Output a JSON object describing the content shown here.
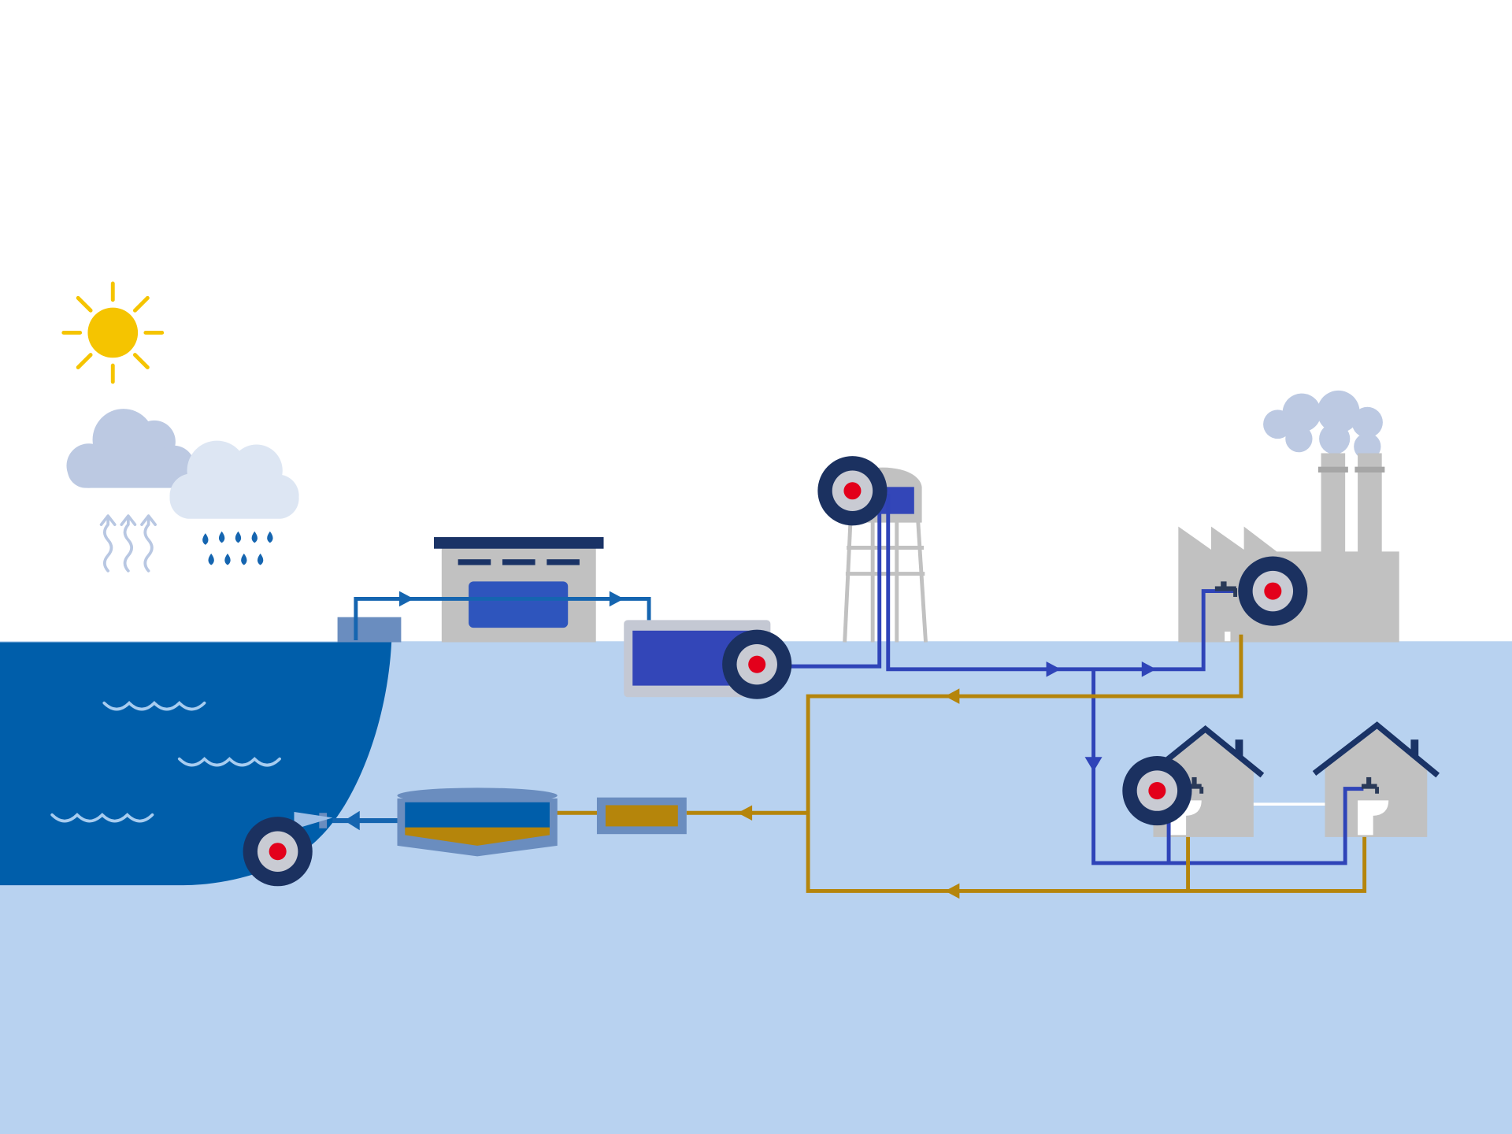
{
  "diagram": {
    "theme": {
      "sky": "#ffffff",
      "ground": "#b8d2f0",
      "sea": "#005eaa",
      "wave": "#a8cdf0",
      "sun": "#f5c400",
      "cloud_dark": "#bcc9e2",
      "cloud_light": "#dde6f3",
      "rain": "#1565b0",
      "evaporation": "#b8c7e2",
      "building_gray": "#c1c1c1",
      "roof_navy": "#1a3366",
      "clean_water_pipe": "#2f44b8",
      "intake_pipe": "#1565b0",
      "wastewater_pipe": "#b5850b",
      "tank_blue": "#2e55bd",
      "reservoir_blue": "#3346b8",
      "hotspot_ring": "#1b3160",
      "hotspot_dot": "#e3001b"
    },
    "hotspots": [
      {
        "id": "water-tower",
        "icon": "target-marker-icon"
      },
      {
        "id": "reservoir-pump",
        "icon": "target-marker-icon"
      },
      {
        "id": "factory-tap",
        "icon": "target-marker-icon"
      },
      {
        "id": "house-tap",
        "icon": "target-marker-icon"
      },
      {
        "id": "wastewater-outfall",
        "icon": "target-marker-icon"
      }
    ],
    "icons": [
      "sun-icon",
      "cloud-icon",
      "rain-drops-icon",
      "evaporation-arrows-icon",
      "water-intake-icon",
      "treatment-plant-icon",
      "reservoir-icon",
      "water-tower-icon",
      "factory-icon",
      "house-icon",
      "tap-icon",
      "sewage-treatment-tank-icon",
      "screening-box-icon",
      "waves-icon",
      "flow-arrow-icon"
    ]
  }
}
